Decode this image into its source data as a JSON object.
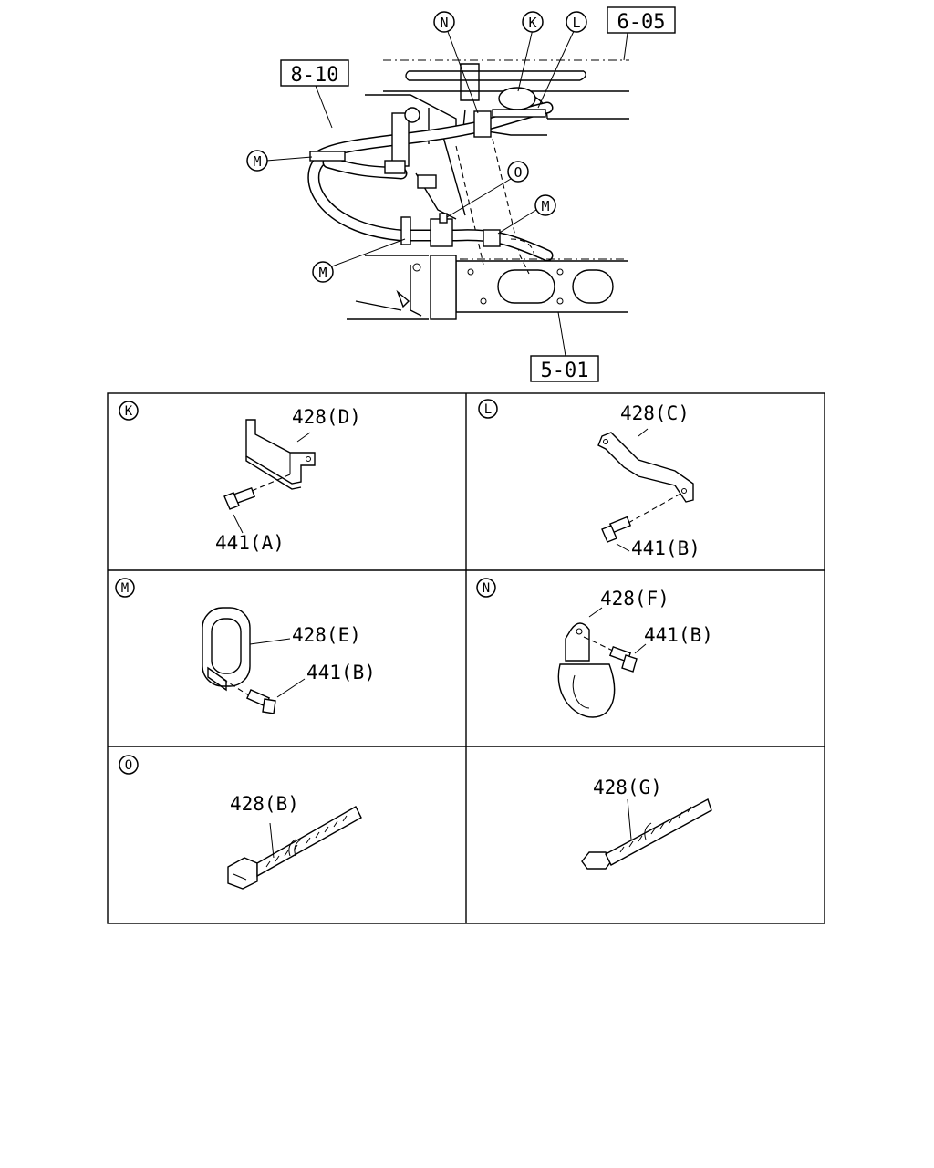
{
  "overview": {
    "refs": {
      "r605": "6-05",
      "r810": "8-10",
      "r501": "5-01"
    },
    "callouts": {
      "n": "N",
      "k": "K",
      "l": "L",
      "m1": "M",
      "o": "O",
      "m2": "M",
      "m3": "M"
    }
  },
  "panels": {
    "k": {
      "letter": "K",
      "part1": "428(D)",
      "part2": "441(A)"
    },
    "l": {
      "letter": "L",
      "part1": "428(C)",
      "part2": "441(B)"
    },
    "m": {
      "letter": "M",
      "part1": "428(E)",
      "part2": "441(B)"
    },
    "n": {
      "letter": "N",
      "part1": "428(F)",
      "part2": "441(B)"
    },
    "o": {
      "letter": "O",
      "part1": "428(B)"
    },
    "g": {
      "part1": "428(G)"
    }
  }
}
